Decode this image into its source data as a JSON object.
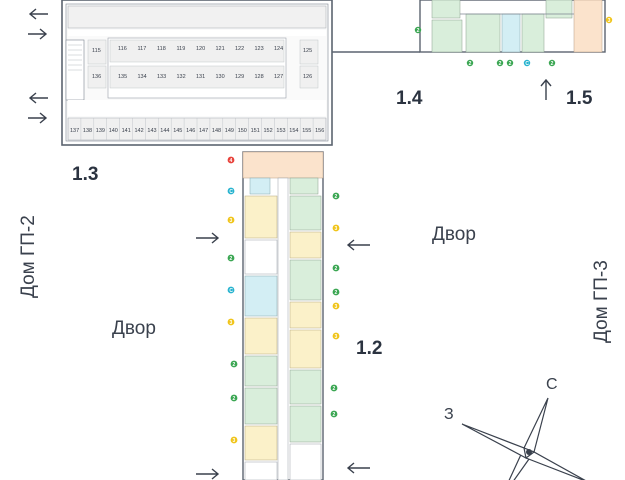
{
  "labels": {
    "section_1_2": "1.2",
    "section_1_3": "1.3",
    "section_1_4": "1.4",
    "section_1_5": "1.5",
    "yard_left": "Двор",
    "yard_right": "Двор",
    "house_left": "Дом ГП-2",
    "house_right": "Дом ГП-3"
  },
  "compass": {
    "north": "С",
    "west": "З"
  },
  "parking": {
    "top_left_rows": [
      "115",
      "136"
    ],
    "inner_top": [
      "116",
      "117",
      "118",
      "119",
      "120",
      "121",
      "122",
      "123",
      "124"
    ],
    "inner_bottom": [
      "135",
      "134",
      "133",
      "132",
      "131",
      "130",
      "129",
      "128",
      "127"
    ],
    "right_col": [
      "125",
      "126"
    ],
    "bottom_row": [
      "137",
      "138",
      "139",
      "140",
      "141",
      "142",
      "143",
      "144",
      "145",
      "146",
      "147",
      "148",
      "149",
      "150",
      "151",
      "152",
      "153",
      "154",
      "155",
      "156"
    ]
  },
  "apartment_markers": {
    "tower_1_2_left": [
      "4",
      "C",
      "3",
      "2",
      "C",
      "3",
      "2",
      "2",
      "3"
    ],
    "tower_1_2_right": [
      "2",
      "3",
      "2",
      "2",
      "3",
      "3",
      "2",
      "2"
    ],
    "block_1_4_1_5": [
      "2",
      "2",
      "2",
      "2",
      "C",
      "2",
      "3"
    ]
  },
  "colors": {
    "background": "#ffffff",
    "outline": "#5c6470",
    "orange": "#f39a27",
    "green": "#3aa652",
    "yellow": "#f0c419",
    "cyan": "#27b3cf",
    "red": "#e8413a",
    "peach_fill": "#fbe3cc",
    "green_fill": "#d9eedb",
    "cyan_fill": "#d3eef4",
    "yellow_fill": "#fbf1c9"
  }
}
